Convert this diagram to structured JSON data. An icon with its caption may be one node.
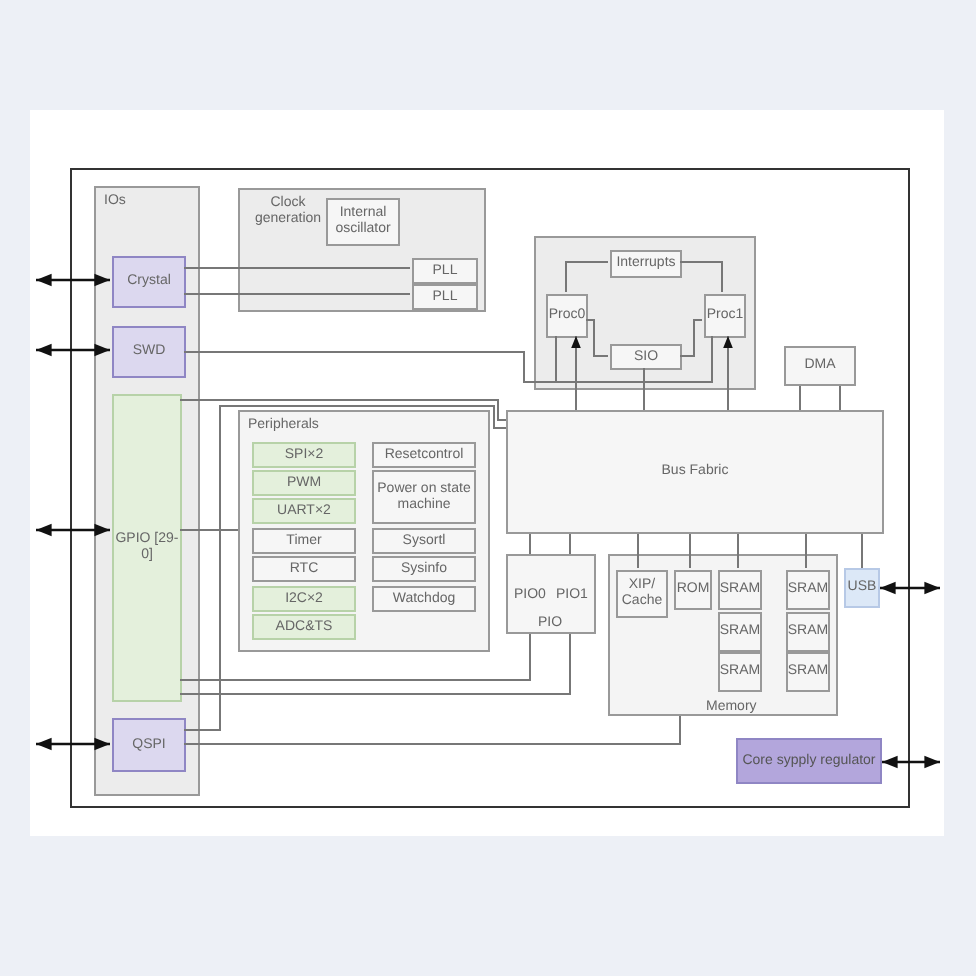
{
  "diagram": {
    "nodes": [
      {
        "text": [
          "IOs"
        ]
      },
      {
        "text": [
          "Crystal"
        ],
        "in": 0
      },
      {
        "text": [
          "SWD"
        ],
        "in": 0
      },
      {
        "text": [
          "GPIO [29-0]"
        ],
        "in": 0
      },
      {
        "text": [
          "QSPI"
        ],
        "in": 0
      },
      {
        "text": [
          "Clock generation"
        ]
      },
      {
        "text": [
          "Internal oscillator"
        ],
        "in": 5
      },
      {
        "text": [
          "PLL"
        ],
        "in": 5
      },
      {
        "text": [
          "PLL"
        ],
        "in": 5
      },
      {
        "text": [],
        "shape": "box"
      },
      {
        "text": [
          "Interrupts"
        ],
        "in": 9
      },
      {
        "text": [
          "Proc0"
        ],
        "in": 9
      },
      {
        "text": [
          "Proc1"
        ],
        "in": 9
      },
      {
        "text": [
          "SIO"
        ],
        "in": 9
      },
      {
        "text": [
          "DMA"
        ]
      },
      {
        "text": [
          "Peripherals"
        ]
      },
      {
        "text": [
          "SPI×2"
        ],
        "in": 15
      },
      {
        "text": [
          "PWM"
        ],
        "in": 15
      },
      {
        "text": [
          "UART×2"
        ],
        "in": 15
      },
      {
        "text": [
          "Timer"
        ],
        "in": 15
      },
      {
        "text": [
          "RTC"
        ],
        "in": 15
      },
      {
        "text": [
          "I2C×2"
        ],
        "in": 15
      },
      {
        "text": [
          "ADC&TS"
        ],
        "in": 15
      },
      {
        "text": [
          "Resetcontrol"
        ],
        "in": 15
      },
      {
        "text": [
          "Power on state machine"
        ],
        "in": 15
      },
      {
        "text": [
          "Sysortl"
        ],
        "in": 15
      },
      {
        "text": [
          "Sysinfo"
        ],
        "in": 15
      },
      {
        "text": [
          "Watchdog"
        ],
        "in": 15
      },
      {
        "text": [
          "Bus Fabric"
        ]
      },
      {
        "text": [
          "PIO0",
          "PIO1",
          "PIO"
        ]
      },
      {
        "text": [
          "Memory"
        ]
      },
      {
        "text": [
          "XIP/ Cache"
        ],
        "in": 30
      },
      {
        "text": [
          "ROM"
        ],
        "in": 30
      },
      {
        "text": [
          "SRAM"
        ],
        "in": 30
      },
      {
        "text": [
          "SRAM"
        ],
        "in": 30
      },
      {
        "text": [
          "SRAM"
        ],
        "in": 30
      },
      {
        "text": [
          "SRAM"
        ],
        "in": 30
      },
      {
        "text": [
          "SRAM"
        ],
        "in": 30
      },
      {
        "text": [
          "SRAM"
        ],
        "in": 30
      },
      {
        "text": [
          "USB"
        ]
      },
      {
        "text": [
          "Core sypply regulator"
        ]
      }
    ],
    "edges": [
      {
        "from": null,
        "to": 1,
        "arrow": "both",
        "color": "#111111"
      },
      {
        "from": null,
        "to": 2,
        "arrow": "both",
        "color": "#111111"
      },
      {
        "from": null,
        "to": 3,
        "arrow": "both",
        "color": "#111111"
      },
      {
        "from": null,
        "to": 4,
        "arrow": "both",
        "color": "#111111"
      },
      {
        "from": 39,
        "to": null,
        "arrow": "both",
        "color": "#111111"
      },
      {
        "from": 40,
        "to": null,
        "arrow": "both",
        "color": "#111111"
      },
      {
        "from": 1,
        "to": 7,
        "arrow": "none"
      },
      {
        "from": 1,
        "to": 8,
        "arrow": "none"
      },
      {
        "from": 2,
        "to": 11,
        "arrow": "none"
      },
      {
        "from": 2,
        "to": 12,
        "arrow": "none"
      },
      {
        "from": 28,
        "to": 11,
        "arrow": "to"
      },
      {
        "from": 28,
        "to": 12,
        "arrow": "to"
      },
      {
        "from": 13,
        "to": 28,
        "arrow": "none"
      },
      {
        "from": 10,
        "to": 11,
        "arrow": "none"
      },
      {
        "from": 10,
        "to": 12,
        "arrow": "none"
      },
      {
        "from": 13,
        "to": 11,
        "arrow": "none"
      },
      {
        "from": 13,
        "to": 12,
        "arrow": "none"
      },
      {
        "from": 14,
        "to": 28,
        "arrow": "none"
      },
      {
        "from": 14,
        "to": 28,
        "arrow": "none"
      },
      {
        "from": 3,
        "to": 28,
        "arrow": "none"
      },
      {
        "from": 3,
        "to": 15,
        "arrow": "none"
      },
      {
        "from": 3,
        "to": 29,
        "arrow": "none"
      },
      {
        "from": 3,
        "to": 29,
        "arrow": "none"
      },
      {
        "from": 4,
        "to": 30,
        "arrow": "none"
      },
      {
        "from": 4,
        "to": 28,
        "arrow": "none"
      },
      {
        "from": 29,
        "to": 28,
        "arrow": "none"
      },
      {
        "from": 29,
        "to": 28,
        "arrow": "none"
      },
      {
        "from": 28,
        "to": 31,
        "arrow": "none"
      },
      {
        "from": 28,
        "to": 32,
        "arrow": "none"
      },
      {
        "from": 28,
        "to": 33,
        "arrow": "none"
      },
      {
        "from": 28,
        "to": 34,
        "arrow": "none"
      },
      {
        "from": 28,
        "to": 39,
        "arrow": "none"
      }
    ]
  }
}
